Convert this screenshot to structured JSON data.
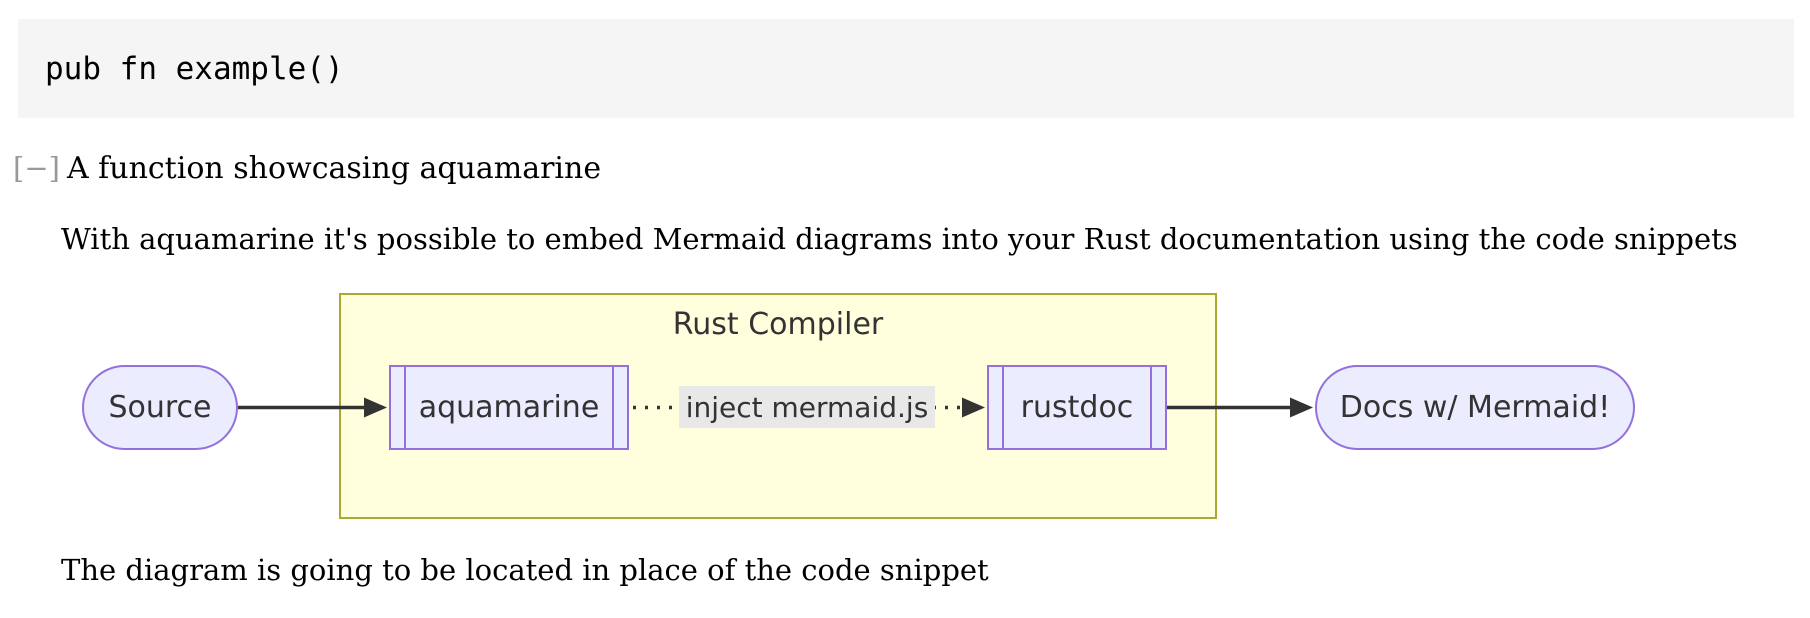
{
  "function": {
    "signature": "pub fn example()"
  },
  "doc": {
    "toggle_label": "[−]",
    "summary": "A function showcasing aquamarine",
    "intro": "With aquamarine it's possible to embed Mermaid diagrams into your Rust documentation using the code snippets",
    "outro": "The diagram is going to be located in place of the code snippet"
  },
  "diagram": {
    "type": "flowchart",
    "direction": "LR",
    "cluster": {
      "title": "Rust Compiler",
      "fill": "#ffffde",
      "border": "#aaaa33"
    },
    "nodes": [
      {
        "id": "source",
        "label": "Source",
        "shape": "stadium"
      },
      {
        "id": "aquamarine",
        "label": "aquamarine",
        "shape": "subroutine"
      },
      {
        "id": "rustdoc",
        "label": "rustdoc",
        "shape": "subroutine"
      },
      {
        "id": "docs",
        "label": "Docs w/ Mermaid!",
        "shape": "stadium"
      }
    ],
    "edges": [
      {
        "from": "source",
        "to": "aquamarine",
        "style": "solid",
        "label": ""
      },
      {
        "from": "aquamarine",
        "to": "rustdoc",
        "style": "dotted",
        "label": "inject mermaid.js"
      },
      {
        "from": "rustdoc",
        "to": "docs",
        "style": "solid",
        "label": ""
      }
    ],
    "colors": {
      "node_fill": "#ECECFF",
      "node_border": "#9370DB",
      "edge": "#333333",
      "edge_label_bg": "#e8e8e8",
      "text": "#333333"
    }
  }
}
